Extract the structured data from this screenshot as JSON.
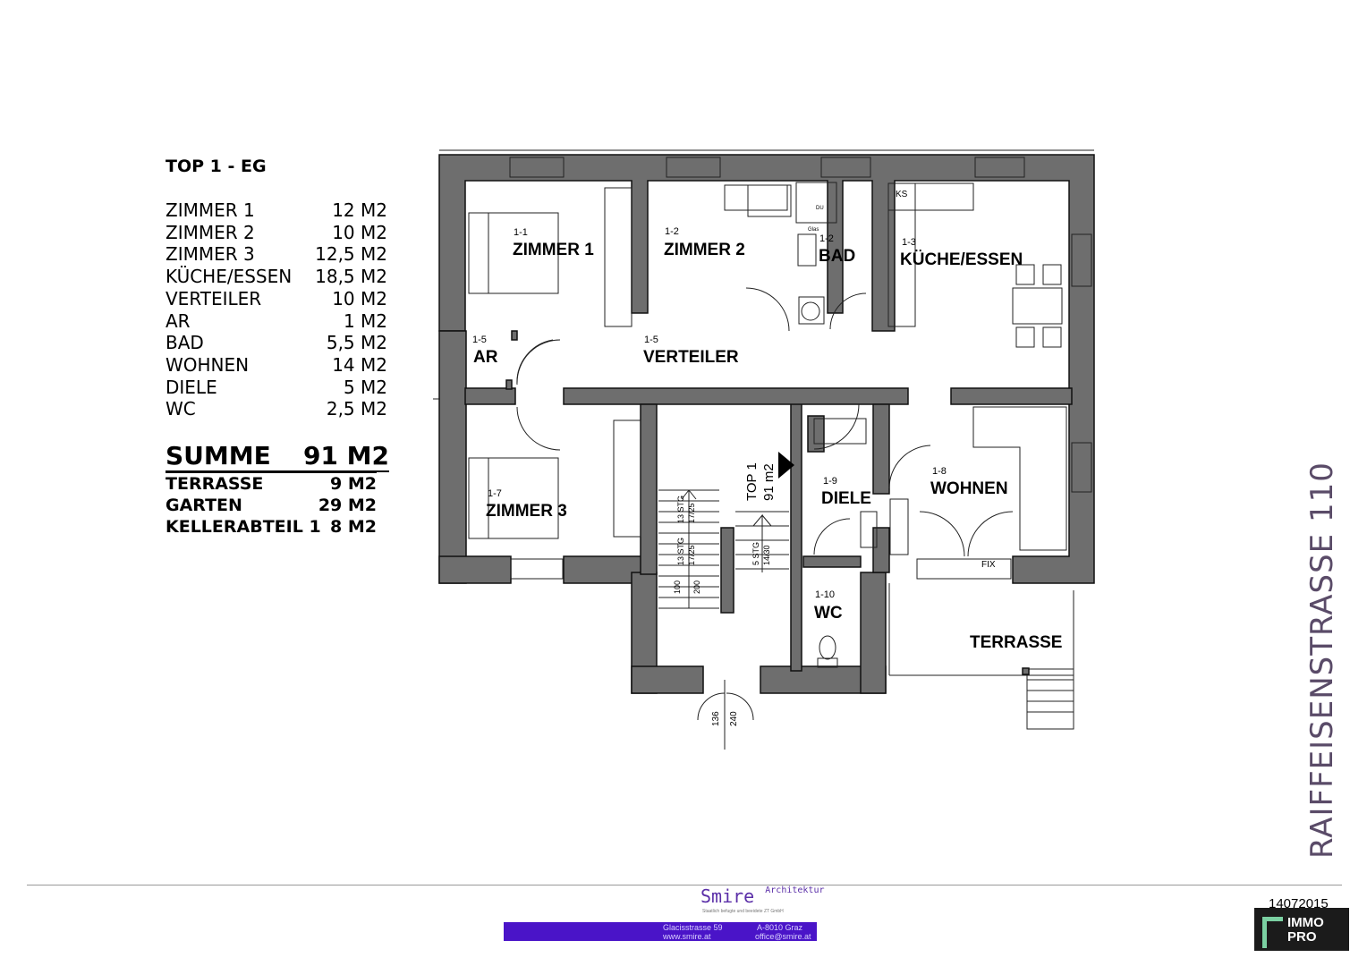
{
  "legend": {
    "title": "TOP 1 - EG",
    "rooms": [
      {
        "name": "ZIMMER 1",
        "area": "12 M2"
      },
      {
        "name": "ZIMMER 2",
        "area": "10 M2"
      },
      {
        "name": "ZIMMER 3",
        "area": "12,5 M2"
      },
      {
        "name": "KÜCHE/ESSEN",
        "area": "18,5 M2"
      },
      {
        "name": "VERTEILER",
        "area": "10 M2"
      },
      {
        "name": "AR",
        "area": "1 M2"
      },
      {
        "name": "BAD",
        "area": "5,5 M2"
      },
      {
        "name": "WOHNEN",
        "area": "14 M2"
      },
      {
        "name": "DIELE",
        "area": "5 M2"
      },
      {
        "name": "WC",
        "area": "2,5 M2"
      }
    ],
    "sum": {
      "label": "SUMME",
      "value": "91 M2"
    },
    "extras": [
      {
        "name": "TERRASSE",
        "area": "9 M2"
      },
      {
        "name": "GARTEN",
        "area": "29 M2"
      },
      {
        "name": "KELLERABTEIL 1",
        "area": "8 M2"
      }
    ]
  },
  "plan": {
    "rooms": {
      "zimmer1": {
        "num": "1-1",
        "label": "ZIMMER 1"
      },
      "zimmer2": {
        "num": "1-2",
        "label": "ZIMMER 2"
      },
      "bad": {
        "num": "1-2",
        "label": "BAD"
      },
      "kueche": {
        "num": "1-3",
        "label": "KÜCHE/ESSEN"
      },
      "ar": {
        "num": "1-5",
        "label": "AR"
      },
      "verteiler": {
        "num": "1-5",
        "label": "VERTEILER"
      },
      "zimmer3": {
        "num": "1-7",
        "label": "ZIMMER  3"
      },
      "diele": {
        "num": "1-9",
        "label": "DIELE"
      },
      "wohnen": {
        "num": "1-8",
        "label": "WOHNEN"
      },
      "wc": {
        "num": "1-10",
        "label": "WC"
      },
      "terrasse": {
        "label": "TERRASSE"
      }
    },
    "entry": {
      "line1": "TOP 1",
      "line2": "91 m2"
    },
    "annotations": {
      "ks": "KS",
      "du": "DU",
      "glas": "Glas",
      "fix": "FIX",
      "stair1": "13 STG",
      "stair1b": "17/25",
      "stair2": "13 STG",
      "stair2b": "17/25",
      "stair3": "5 STG",
      "stair3b": "14/30",
      "dim100": "100",
      "dim200": "200",
      "dim136": "136",
      "dim240": "240"
    }
  },
  "street": "RAIFFEISENSTRASSE 110",
  "footer": {
    "brand": "Smire",
    "brand_sub": "Architektur",
    "tagline": "Staatlich befugte und beeidete ZT GmbH",
    "address": "Glacisstrasse 59",
    "city": "A-8010 Graz",
    "web": "www.smire.at",
    "email": "office@smire.at",
    "date": "14072015",
    "logo_line1": "IMMO",
    "logo_line2": "PRO"
  }
}
